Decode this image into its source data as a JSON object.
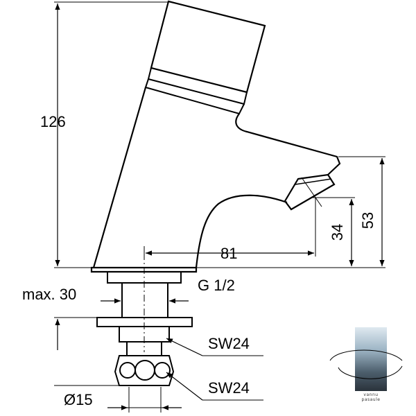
{
  "dimensions": {
    "overall_height": "126",
    "spout_height": "53",
    "outlet_height": "34",
    "projection": "81",
    "max_thickness": "max. 30",
    "thread": "G 1/2",
    "wrench_upper": "SW24",
    "wrench_lower": "SW24",
    "diameter": "Ø15"
  },
  "logo": {
    "text_line1": "vannu",
    "text_line2": "pasaule"
  }
}
